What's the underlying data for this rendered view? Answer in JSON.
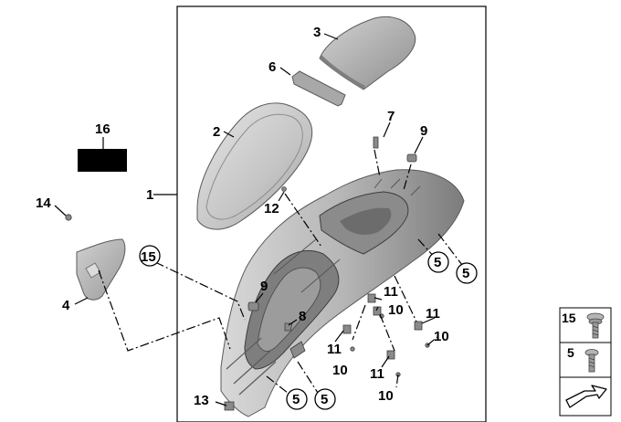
{
  "diagram": {
    "callouts": {
      "c1": "1",
      "c2": "2",
      "c3": "3",
      "c4": "4",
      "c6": "6",
      "c7": "7",
      "c8": "8",
      "c9a": "9",
      "c9b": "9",
      "c12": "12",
      "c13": "13",
      "c14": "14",
      "c16": "16",
      "c5a": "5",
      "c5b": "5",
      "c5c": "5",
      "c5d": "5",
      "c15": "15",
      "c11a": "11",
      "c11b": "11",
      "c11c": "11",
      "c11d": "11",
      "c10a": "10",
      "c10b": "10",
      "c10c": "10",
      "c10d": "10"
    },
    "legend": {
      "item_a": "15",
      "item_b": "5"
    },
    "colors": {
      "part_light": "#c9c9c9",
      "part_mid": "#9e9e9e",
      "part_dark": "#5f5f5f",
      "label16_block": "#000000"
    }
  }
}
